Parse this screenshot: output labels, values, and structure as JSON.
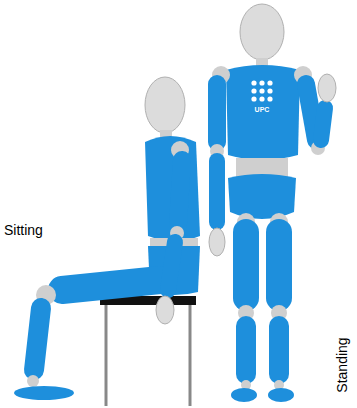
{
  "diagram": {
    "labels": [
      "Sitting",
      "UPC",
      "Standing"
    ]
  }
}
